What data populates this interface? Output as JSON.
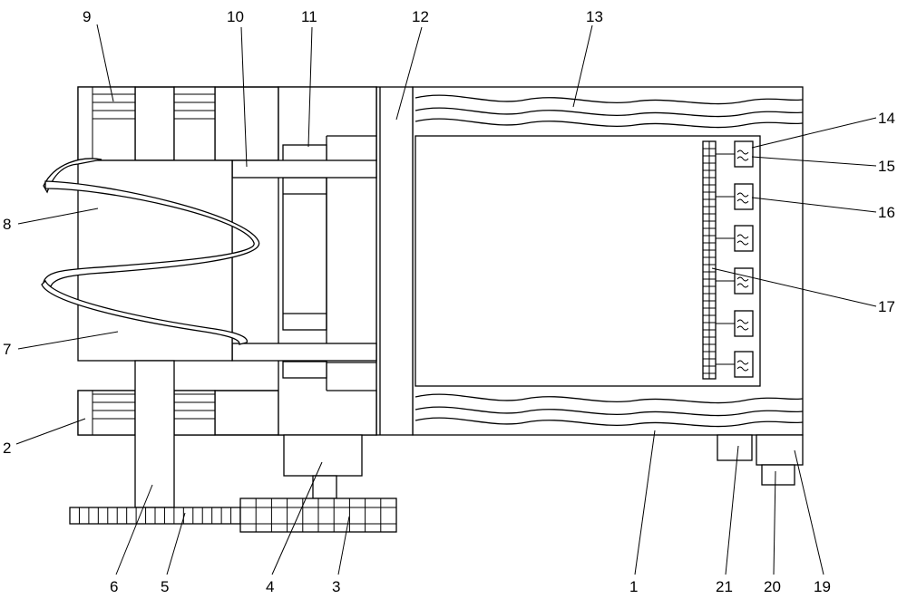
{
  "labels": {
    "l1": "1",
    "l2": "2",
    "l3": "3",
    "l4": "4",
    "l5": "5",
    "l6": "6",
    "l7": "7",
    "l8": "8",
    "l9": "9",
    "l10": "10",
    "l11": "11",
    "l12": "12",
    "l13": "13",
    "l14": "14",
    "l15": "15",
    "l16": "16",
    "l17": "17",
    "l19": "19",
    "l20": "20",
    "l21": "21"
  },
  "colors": {
    "line": "#000000",
    "background": "#ffffff"
  }
}
